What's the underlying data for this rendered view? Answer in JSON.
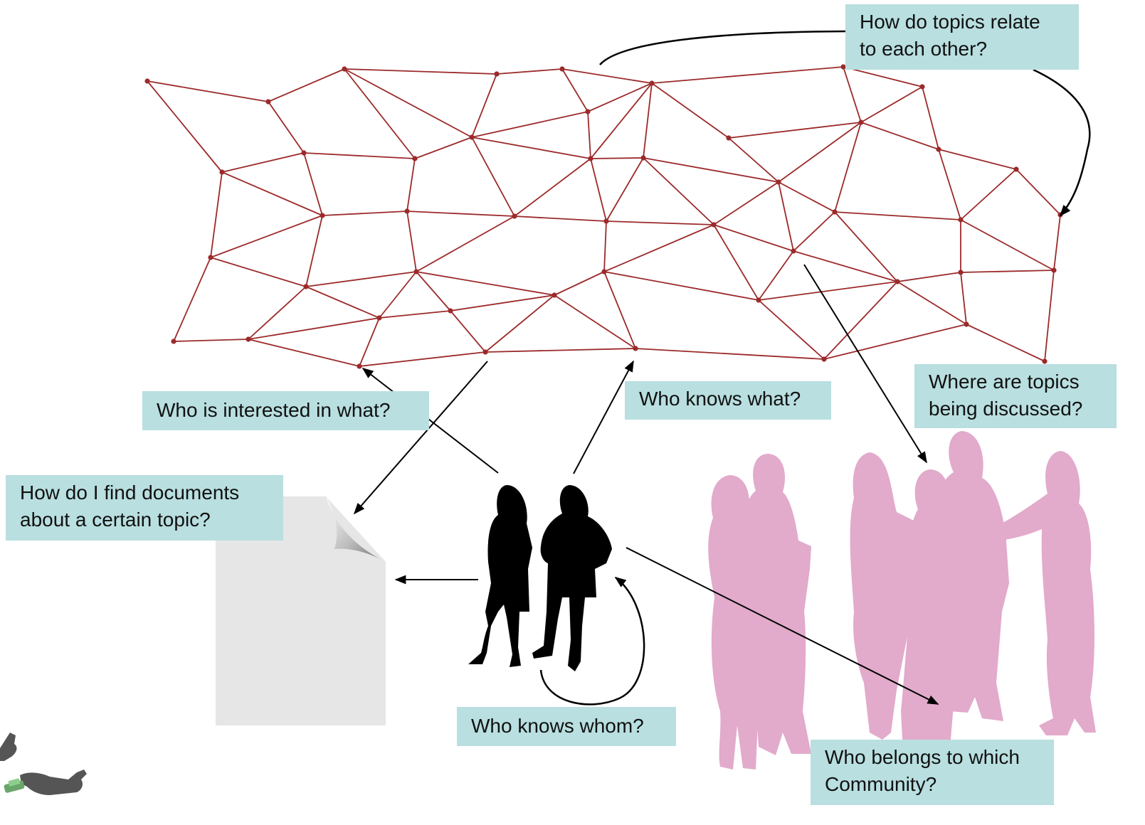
{
  "questions": {
    "topics_relate": [
      "How do topics relate",
      "to each other?"
    ],
    "interested": "Who is interested in what?",
    "knows_what": "Who knows what?",
    "topics_discussed": [
      "Where are topics",
      "being discussed?"
    ],
    "find_documents": [
      "How do I find documents",
      "about a certain topic?"
    ],
    "knows_whom": "Who knows whom?",
    "community": [
      "Who belongs to which",
      "Community?"
    ]
  },
  "colors": {
    "label_bg": "#b9dfe0",
    "network": "#9c2a2a",
    "community_silhouettes": "#e2aacb",
    "expert_silhouettes": "#000000",
    "document": "#e6e6e6",
    "arrows": "#000000"
  },
  "icons": {
    "network": "topic-network-graph",
    "pair": "people-pair-silhouette",
    "group": "community-group-silhouettes",
    "document": "document-page-icon",
    "logo": "figures-logo"
  }
}
